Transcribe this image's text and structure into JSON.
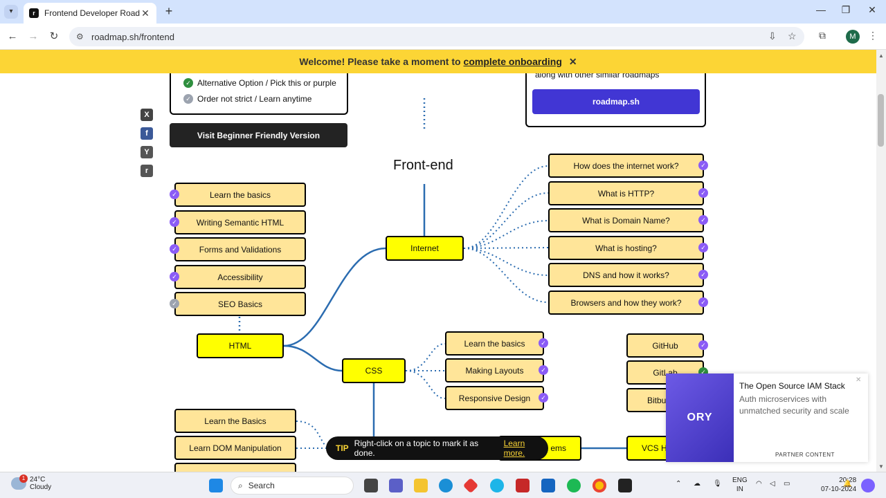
{
  "browser": {
    "tab_title": "Frontend Developer Roadmap",
    "url": "roadmap.sh/frontend",
    "profile_initial": "M",
    "new_tab_label": "+"
  },
  "banner": {
    "text": "Welcome! Please take a moment to",
    "link": "complete onboarding",
    "close": "✕"
  },
  "legend": {
    "alt_option": "Alternative Option / Pick this or purple",
    "order_not_strict": "Order not strict / Learn anytime"
  },
  "visit_button": "Visit Beginner Friendly Version",
  "related": {
    "text": "along with other similar roadmaps",
    "button": "roadmap.sh"
  },
  "social": [
    "X",
    "f",
    "Y",
    "r"
  ],
  "title": "Front-end",
  "nodes": {
    "internet": "Internet",
    "html": "HTML",
    "css": "CSS",
    "vcs": "VCS H",
    "systems": "ems",
    "internet_topics": [
      "How does the internet work?",
      "What is HTTP?",
      "What is Domain Name?",
      "What is hosting?",
      "DNS and how it works?",
      "Browsers and how they work?"
    ],
    "html_topics": [
      "Learn the basics",
      "Writing Semantic HTML",
      "Forms and Validations",
      "Accessibility",
      "SEO Basics"
    ],
    "css_topics": [
      "Learn the basics",
      "Making Layouts",
      "Responsive Design"
    ],
    "js_topics": [
      "Learn the Basics",
      "Learn DOM Manipulation"
    ],
    "vcs_topics": [
      "GitHub",
      "GitLab",
      "Bitbu"
    ]
  },
  "tip": {
    "label": "TIP",
    "text": "Right-click on a topic to mark it as done.",
    "link": "Learn more."
  },
  "ad": {
    "brand": "ORY",
    "title": "The Open Source IAM Stack",
    "desc": "Auth microservices with unmatched security and scale",
    "partner": "PARTNER CONTENT",
    "close": "✕"
  },
  "taskbar": {
    "temp": "24°C",
    "condition": "Cloudy",
    "badge": "1",
    "search": "Search",
    "lang_1": "ENG",
    "lang_2": "IN",
    "time": "20:28",
    "date": "07-10-2024"
  },
  "colors": {
    "accent_purple": "#8b5cf6",
    "banner_yellow": "#fcd535",
    "node_yellow": "#ffe599",
    "main_yellow": "#ffff00",
    "roadmap_blue": "#4136d4"
  }
}
